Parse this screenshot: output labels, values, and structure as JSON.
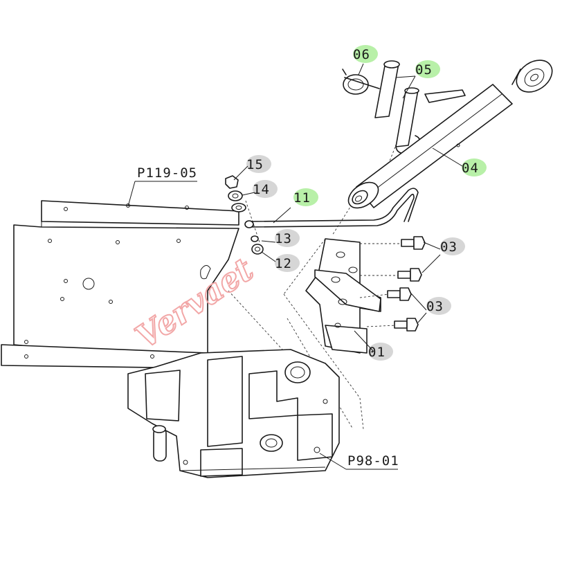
{
  "diagram": {
    "callouts": [
      {
        "id": "p119",
        "text": "P119-05",
        "highlight": "none"
      },
      {
        "id": "c15",
        "text": "15",
        "highlight": "grey"
      },
      {
        "id": "c14",
        "text": "14",
        "highlight": "grey"
      },
      {
        "id": "c11",
        "text": "11",
        "highlight": "green"
      },
      {
        "id": "c13",
        "text": "13",
        "highlight": "grey"
      },
      {
        "id": "c12",
        "text": "12",
        "highlight": "grey"
      },
      {
        "id": "c06",
        "text": "06",
        "highlight": "green"
      },
      {
        "id": "c05",
        "text": "05",
        "highlight": "green"
      },
      {
        "id": "c04",
        "text": "04",
        "highlight": "green"
      },
      {
        "id": "c03a",
        "text": "03",
        "highlight": "grey"
      },
      {
        "id": "c03b",
        "text": "03",
        "highlight": "grey"
      },
      {
        "id": "c01",
        "text": "01",
        "highlight": "grey"
      },
      {
        "id": "p98",
        "text": "P98-01",
        "highlight": "none"
      }
    ],
    "watermark": "Vervaet",
    "colors": {
      "green_highlight": "#b8f0a8",
      "grey_highlight": "#d6d6d6",
      "line": "#1a1a1a",
      "watermark": "#f2a7a7"
    }
  }
}
